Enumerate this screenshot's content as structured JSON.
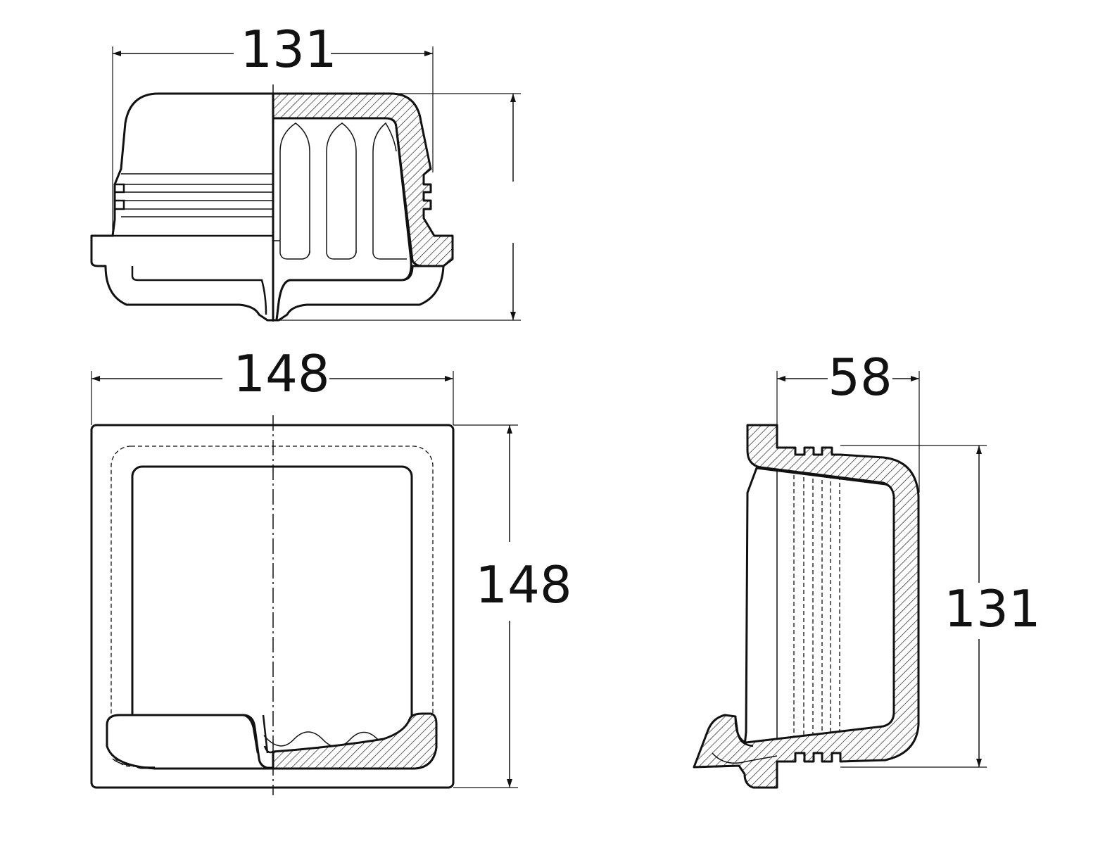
{
  "drawing": {
    "colors": {
      "line": "#111111",
      "background": "#ffffff"
    },
    "views": {
      "front": {
        "width_label": "131"
      },
      "top": {
        "width_label": "148",
        "height_label": "148"
      },
      "side": {
        "depth_label": "58",
        "height_label": "131"
      }
    }
  }
}
